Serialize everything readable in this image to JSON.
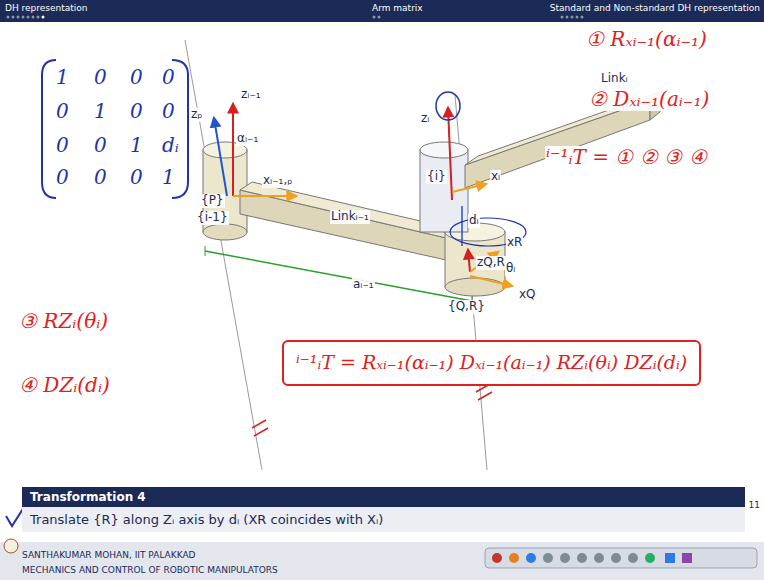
{
  "diagram": {
    "nodes": [
      {
        "text": [
          "ⁱ⁻¹ᵢT = Rₓᵢ₋₁(αᵢ₋₁) Dₓᵢ₋₁(aᵢ₋₁) RZᵢ(θᵢ) DZᵢ(dᵢ)"
        ]
      },
      {
        "text": [
          "Transformation 4",
          "Translate {R} along Zᵢ axis by dᵢ (XR coincides with Xᵢ)"
        ]
      }
    ],
    "labels": [
      "DH representation",
      "Arm matrix",
      "Standard and Non-standard DH representation",
      "zₚ",
      "zᵢ₋₁",
      "αᵢ₋₁",
      "{P}",
      "{i-1}",
      "xᵢ₋₁,ₚ",
      "Linkᵢ₋₁",
      "aᵢ₋₁",
      "{Q,R}",
      "xQ",
      "zQ,R",
      "xR",
      "θᵢ",
      "dᵢ",
      "{i}",
      "zᵢ",
      "xᵢ",
      "Linkᵢ",
      "1",
      "0",
      "0",
      "0",
      "0",
      "1",
      "0",
      "0",
      "0",
      "0",
      "1",
      "dᵢ",
      "0",
      "0",
      "0",
      "1",
      "① Rₓᵢ₋₁(αᵢ₋₁)",
      "② Dₓᵢ₋₁(aᵢ₋₁)",
      "ⁱ⁻¹ᵢT = ① ② ③ ④",
      "③ RZᵢ(θᵢ)",
      "④ DZᵢ(dᵢ)",
      "11",
      "SANTHAKUMAR MOHAN, IIT PALAKKAD",
      "MECHANICS AND CONTROL OF ROBOTIC MANIPULATORS"
    ]
  }
}
